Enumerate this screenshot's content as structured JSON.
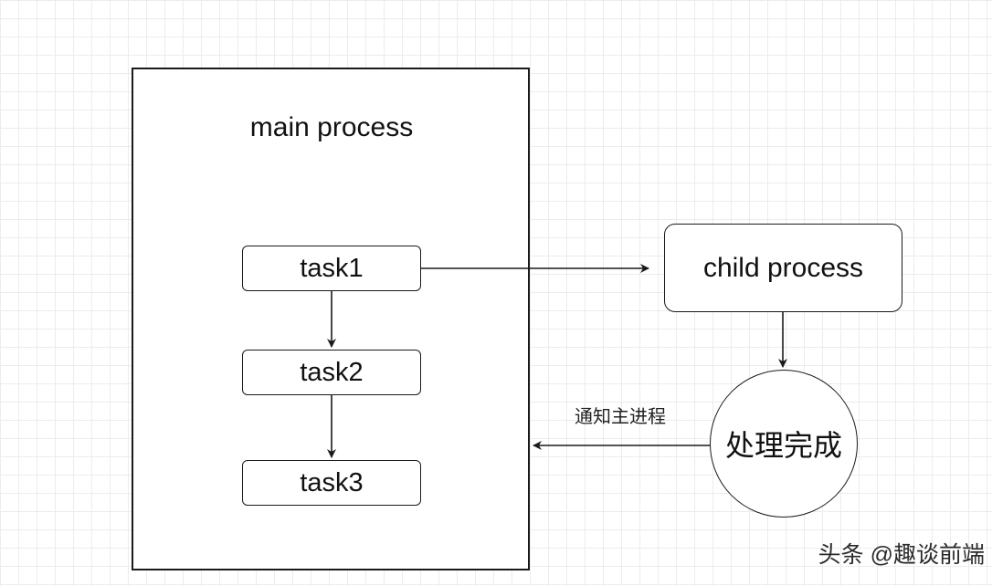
{
  "diagram": {
    "main_process": {
      "title": "main process",
      "tasks": [
        "task1",
        "task2",
        "task3"
      ]
    },
    "child_process": {
      "label": "child process"
    },
    "done_node": {
      "label": "处理完成"
    },
    "edges": [
      {
        "from": "task1",
        "to": "task2"
      },
      {
        "from": "task2",
        "to": "task3"
      },
      {
        "from": "task1",
        "to": "child_process"
      },
      {
        "from": "child_process",
        "to": "done_node"
      },
      {
        "from": "done_node",
        "to": "main_process",
        "label": "通知主进程"
      }
    ],
    "notify_label": "通知主进程"
  },
  "watermark": "头条 @趣谈前端",
  "colors": {
    "stroke": "#1a1a1a",
    "text": "#111111",
    "grid": "#ececec",
    "background": "#ffffff"
  }
}
